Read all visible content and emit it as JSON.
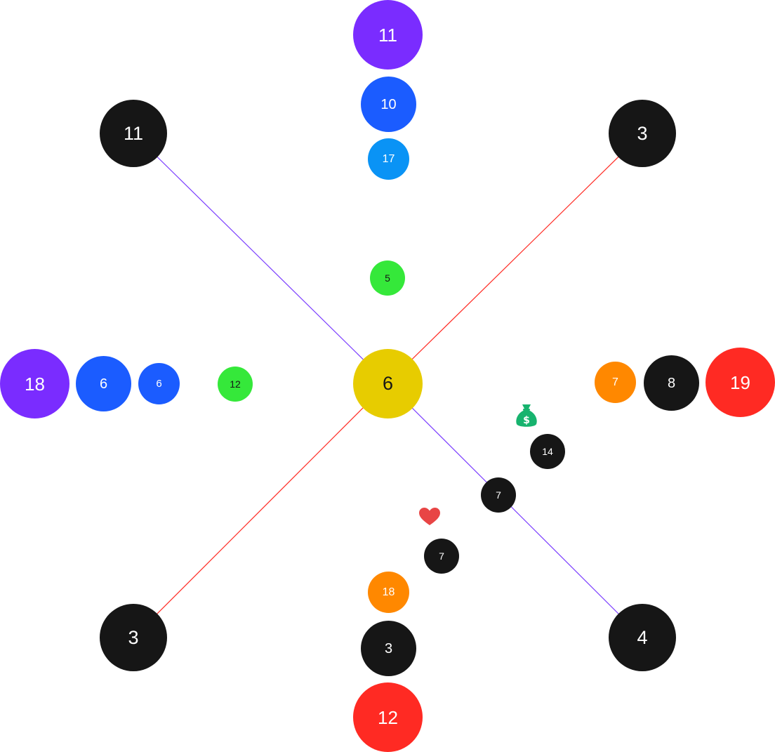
{
  "colors": {
    "black": "#161616",
    "yellow": "#e7cc00",
    "purple": "#7a2cff",
    "blue": "#1b5cff",
    "sky": "#0a93f5",
    "green": "#35e83a",
    "orange": "#ff8800",
    "red": "#ff2a23",
    "line_purple": "#7a3cff",
    "line_red": "#ff2a23",
    "bag_green": "#17b36e",
    "heart_red": "#e84545"
  },
  "center": {
    "value": "6",
    "color": "yellow"
  },
  "corners": {
    "top_left": {
      "value": "11",
      "color": "black"
    },
    "top_right": {
      "value": "3",
      "color": "black"
    },
    "bottom_left": {
      "value": "3",
      "color": "black"
    },
    "bottom_right": {
      "value": "4",
      "color": "black"
    }
  },
  "top_stack": [
    {
      "value": "11",
      "color": "purple"
    },
    {
      "value": "10",
      "color": "blue"
    },
    {
      "value": "17",
      "color": "sky"
    }
  ],
  "top_single": {
    "value": "5",
    "color": "green"
  },
  "left_stack": [
    {
      "value": "18",
      "color": "purple"
    },
    {
      "value": "6",
      "color": "blue"
    },
    {
      "value": "6",
      "color": "blue"
    }
  ],
  "left_single": {
    "value": "12",
    "color": "green"
  },
  "right_stack": [
    {
      "value": "7",
      "color": "orange"
    },
    {
      "value": "8",
      "color": "black"
    },
    {
      "value": "19",
      "color": "red"
    }
  ],
  "bottom_stack": [
    {
      "value": "18",
      "color": "orange"
    },
    {
      "value": "3",
      "color": "black"
    },
    {
      "value": "12",
      "color": "red"
    }
  ],
  "path_nodes": {
    "on_line": {
      "value": "7",
      "color": "black"
    },
    "near_bag": {
      "value": "14",
      "color": "black"
    },
    "near_heart": {
      "value": "7",
      "color": "black"
    }
  },
  "icons": {
    "money_bag": "money-bag-icon",
    "heart": "heart-icon",
    "dollar_sign": "$"
  }
}
